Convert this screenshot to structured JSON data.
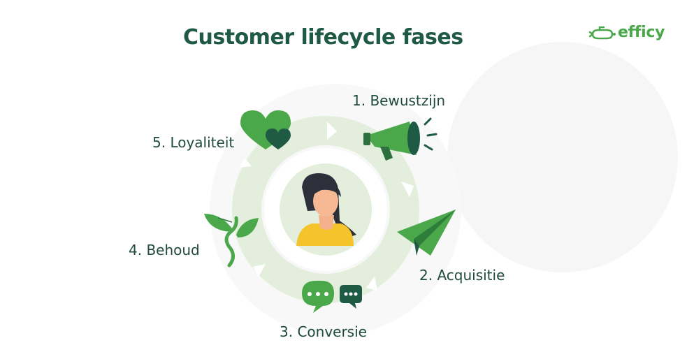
{
  "title": "Customer lifecycle fases",
  "logo": {
    "text": "efficy"
  },
  "stages": [
    {
      "label": "1. Bewustzijn",
      "icon": "megaphone-icon"
    },
    {
      "label": "2. Acquisitie",
      "icon": "paper-plane-icon"
    },
    {
      "label": "3. Conversie",
      "icon": "chat-bubbles-icon"
    },
    {
      "label": "4. Behoud",
      "icon": "sprout-icon"
    },
    {
      "label": "5. Loyaliteit",
      "icon": "hearts-icon"
    }
  ],
  "center": {
    "icon": "customer-avatar-icon"
  },
  "colors": {
    "title": "#1f5a44",
    "brand_green": "#4aa84a",
    "dark_green": "#1f5a44",
    "ring": "#e3efdc"
  }
}
